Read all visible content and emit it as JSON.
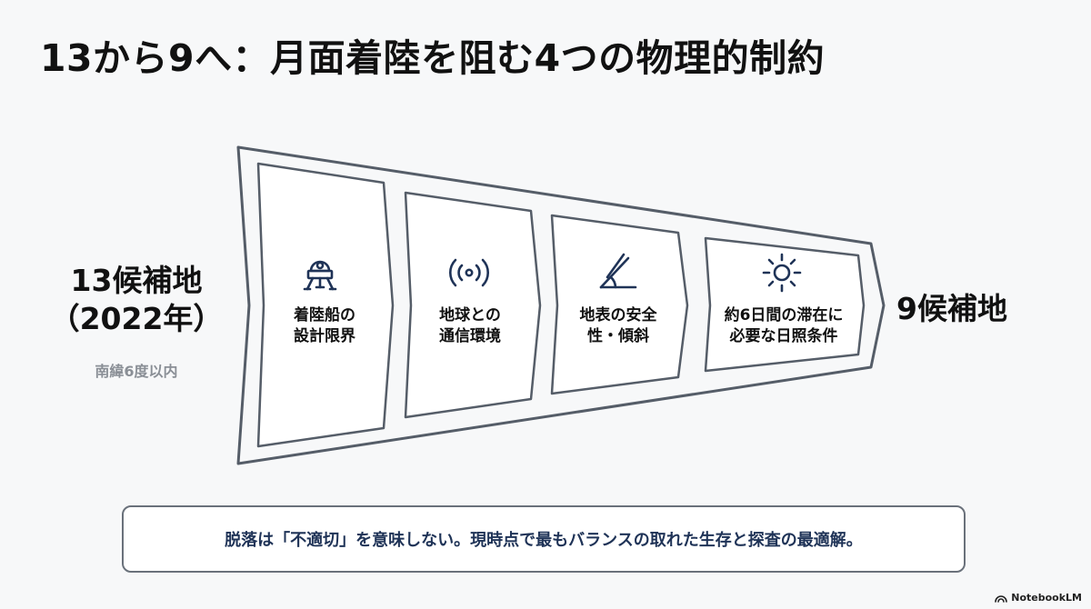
{
  "title": "13から9へ：月面着陸を阻む4つの物理的制約",
  "start": {
    "count_line1": "13候補地",
    "count_line2": "（2022年）",
    "subtitle": "南緯6度以内"
  },
  "end": {
    "count": "9候補地"
  },
  "stages": [
    {
      "icon": "lander-icon",
      "line1": "着陸船の",
      "line2": "設計限界"
    },
    {
      "icon": "signal-icon",
      "line1": "地球との",
      "line2": "通信環境"
    },
    {
      "icon": "slope-angle-icon",
      "line1": "地表の安全",
      "line2": "性・傾斜"
    },
    {
      "icon": "sun-icon",
      "line1": "約6日間の滞在に",
      "line2": "必要な日照条件"
    }
  ],
  "conclusion": "脱落は「不適切」を意味しない。現時点で最もバランスの取れた生存と探査の最適解。",
  "brand": "NotebookLM",
  "colors": {
    "outline": "#555d68",
    "icon": "#1f3357",
    "conclusion_text": "#1f3357",
    "muted": "#8a8f96"
  }
}
